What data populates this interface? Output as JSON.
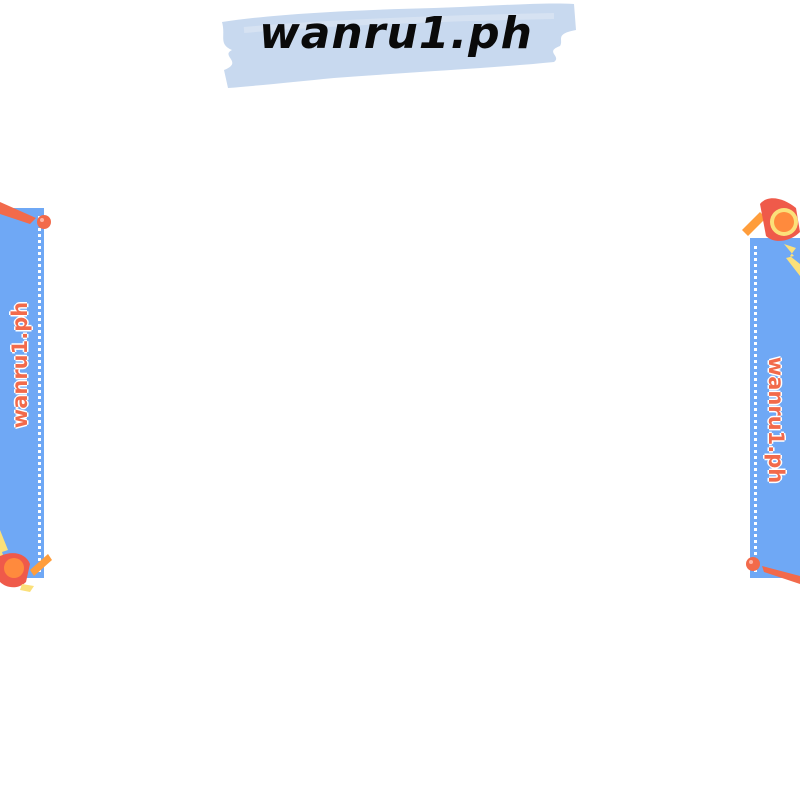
{
  "header": {
    "title": "wanru1.ph"
  },
  "left_banner": {
    "label": "wanru1.ph"
  },
  "right_banner": {
    "label": "wanru1.ph"
  },
  "colors": {
    "brush": "#c8d9ef",
    "panel": "#6fa8f5",
    "accent": "#f26a4b",
    "bolt": "#fbe07a"
  }
}
